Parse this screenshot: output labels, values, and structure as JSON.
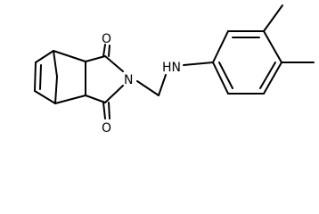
{
  "diagram": {
    "type": "chemical-structure",
    "atoms": [
      {
        "id": "o-top",
        "symbol": "O"
      },
      {
        "id": "n-imide",
        "symbol": "N"
      },
      {
        "id": "nh-amine",
        "symbol": "HN"
      },
      {
        "id": "o-bottom",
        "symbol": "O"
      }
    ],
    "bond_color": "#000000",
    "background": "#ffffff"
  }
}
